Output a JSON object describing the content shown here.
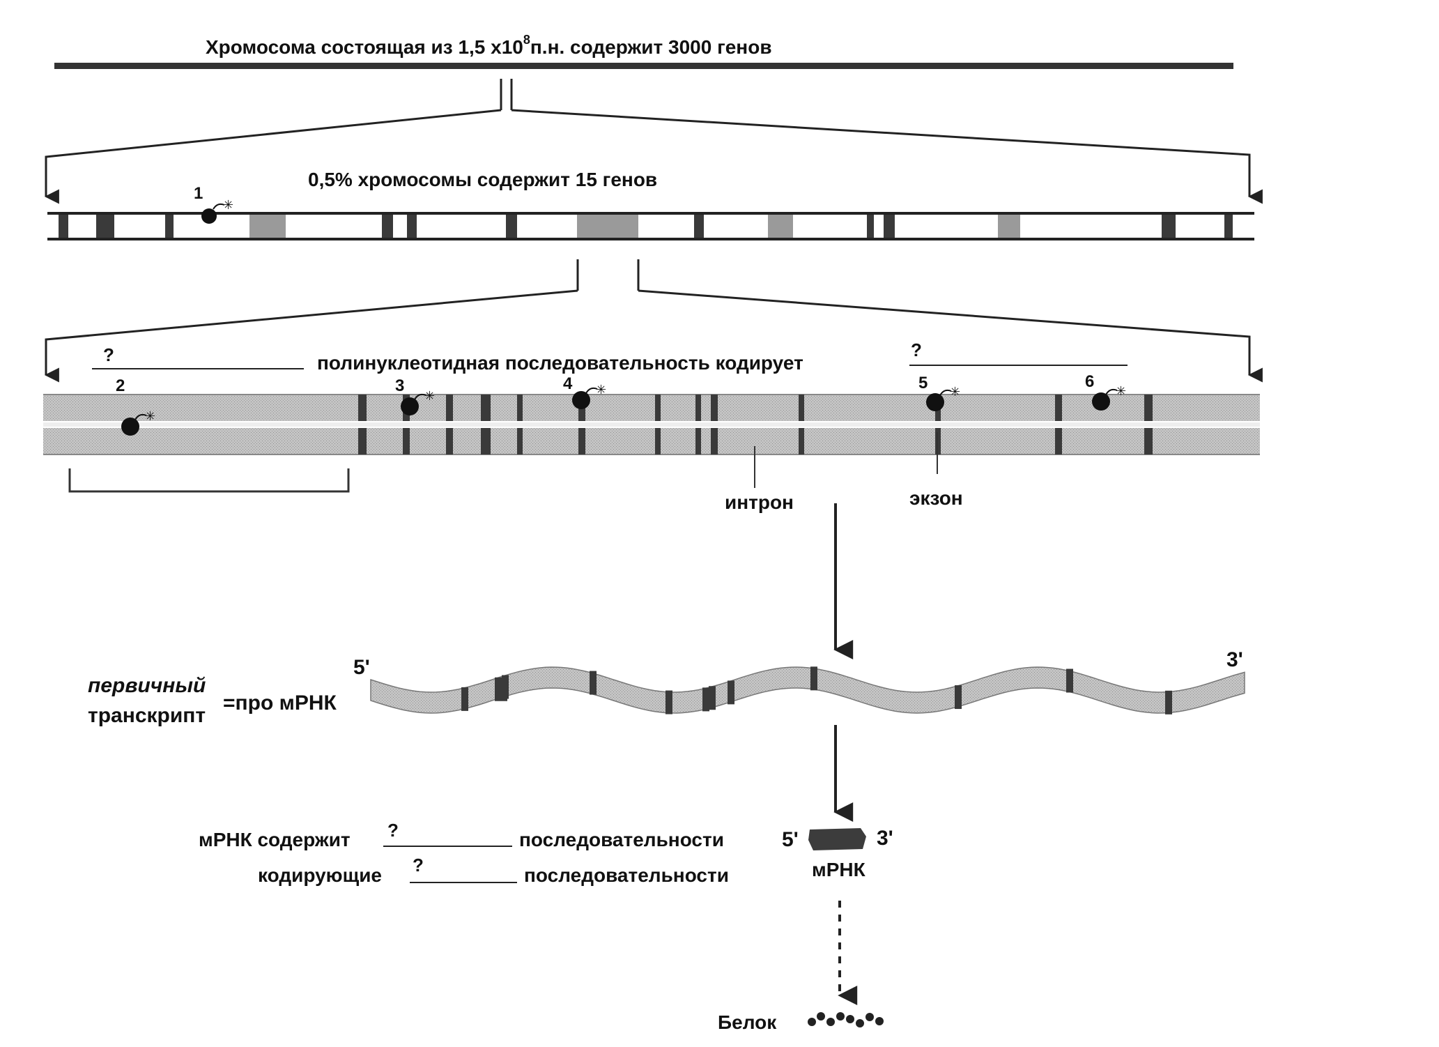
{
  "title": {
    "prefix": "Хромосома состоящая из 1,5 х10",
    "exponent": "8",
    "suffix": "п.н. содержит 3000 генов"
  },
  "segment_label": "0,5% хромосомы содержит 15 генов",
  "gene_label": {
    "question_left": "?",
    "text": "полинуклеотидная последовательность кодирует",
    "question_right": "?"
  },
  "mutation_markers": [
    "1",
    "2",
    "3",
    "4",
    "5",
    "6"
  ],
  "labels": {
    "intron": "интрон",
    "exon": "экзон",
    "primary_line1": "первичный",
    "primary_line2": "транскрипт",
    "pre_mrna": "=про мРНК",
    "five_prime": "5'",
    "three_prime": "3'",
    "mrna_contains": "мРНК содержит",
    "question": "?",
    "sequences": "последовательности",
    "coding": "кодирующие",
    "mrna": "мРНК",
    "protein": "Белок"
  },
  "colors": {
    "line": "#222222",
    "band_dark": "#3a3a3a",
    "band_gray": "#9a9a9a",
    "dna_fill": "#b5b5b5",
    "rna_fill": "#bdbdbd"
  }
}
